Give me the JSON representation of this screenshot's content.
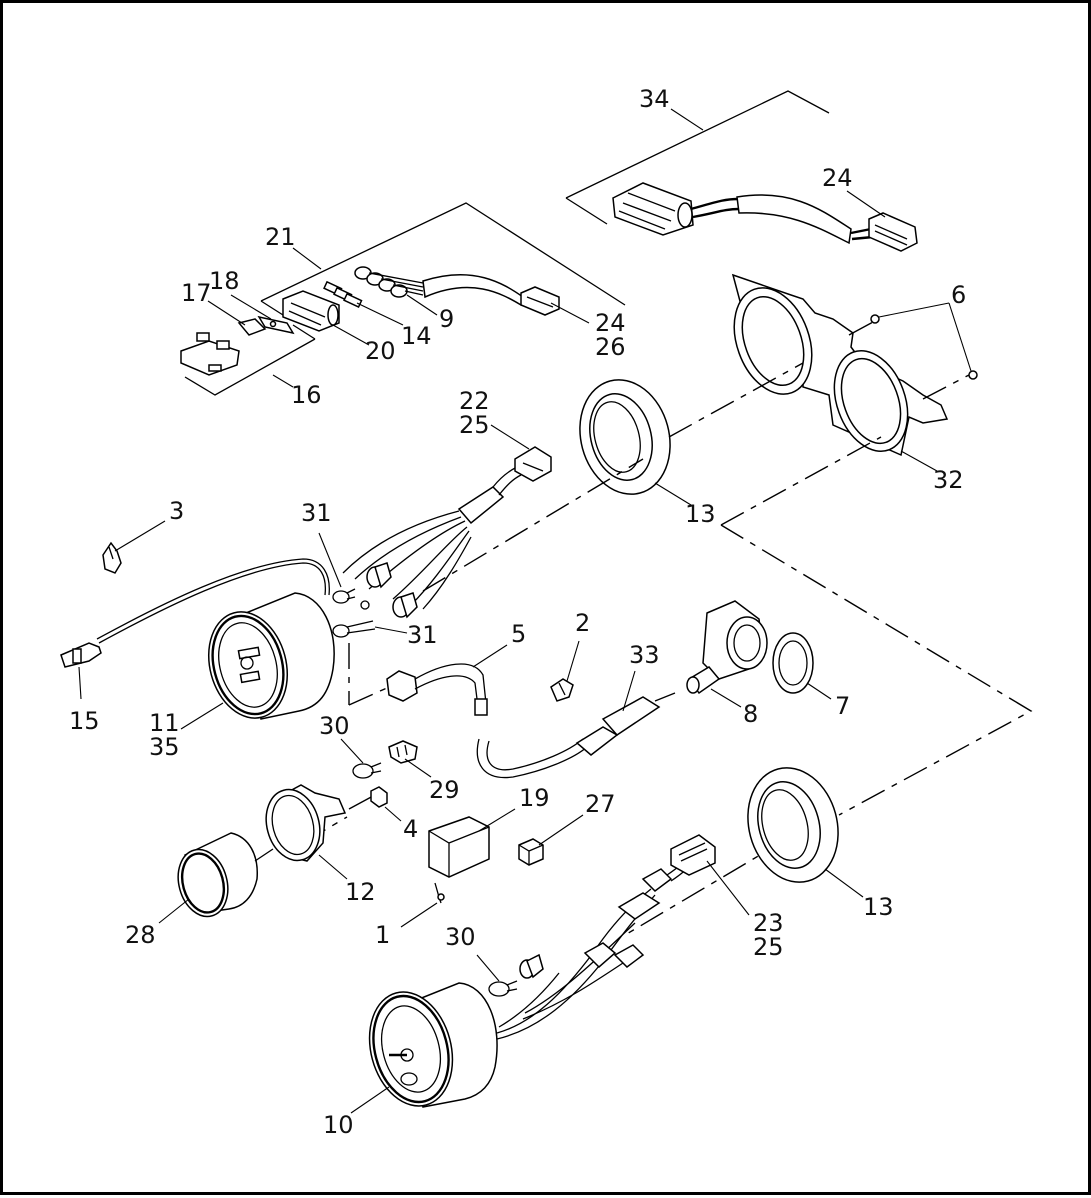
{
  "callouts": {
    "c1": "1",
    "c2": "2",
    "c3": "3",
    "c4": "4",
    "c5": "5",
    "c6": "6",
    "c7": "7",
    "c8": "8",
    "c9": "9",
    "c10": "10",
    "c11": "11",
    "c12": "12",
    "c13a": "13",
    "c13b": "13",
    "c14": "14",
    "c15": "15",
    "c16": "16",
    "c17": "17",
    "c18": "18",
    "c19": "19",
    "c20": "20",
    "c21": "21",
    "c22": "22",
    "c23": "23",
    "c24a": "24",
    "c24b": "24",
    "c25a": "25",
    "c25b": "25",
    "c26": "26",
    "c27": "27",
    "c28": "28",
    "c29": "29",
    "c30a": "30",
    "c30b": "30",
    "c31a": "31",
    "c31b": "31",
    "c32": "32",
    "c33": "33",
    "c34": "34",
    "c35": "35"
  }
}
